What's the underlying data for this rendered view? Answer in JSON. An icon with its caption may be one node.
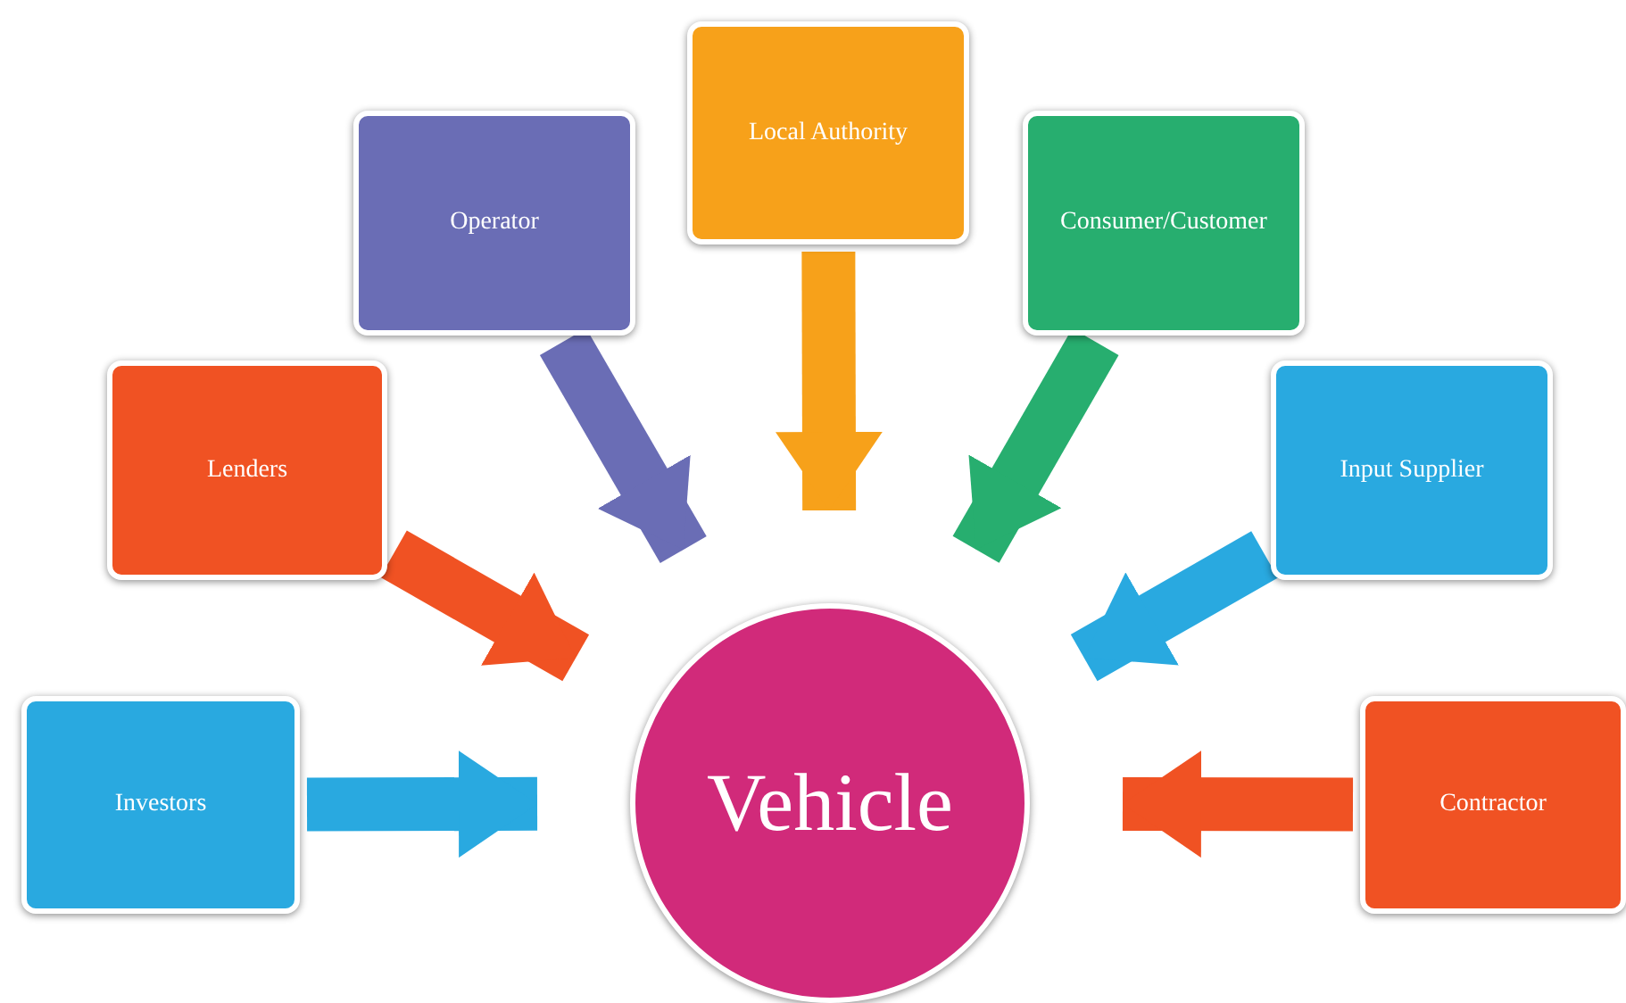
{
  "diagram": {
    "nodes": [
      {
        "text": [
          "Local Authority"
        ]
      },
      {
        "text": [
          "Operator"
        ]
      },
      {
        "text": [
          "Consumer/Customer"
        ]
      },
      {
        "text": [
          "Lenders"
        ]
      },
      {
        "text": [
          "Input Supplier"
        ]
      },
      {
        "text": [
          "Investors"
        ]
      },
      {
        "text": [
          "Vehicle"
        ]
      },
      {
        "text": [
          "Contractor"
        ]
      }
    ],
    "edges": [
      {
        "from": 0,
        "to": 6,
        "arrow": "to",
        "color": "#f7a11a"
      },
      {
        "from": 1,
        "to": 6,
        "arrow": "to",
        "color": "#6a6db5"
      },
      {
        "from": 2,
        "to": 6,
        "arrow": "to",
        "color": "#27ae6f"
      },
      {
        "from": 3,
        "to": 6,
        "arrow": "to",
        "color": "#f05223"
      },
      {
        "from": 4,
        "to": 6,
        "arrow": "to",
        "color": "#29a9e0"
      },
      {
        "from": 5,
        "to": 6,
        "arrow": "to",
        "color": "#29a9e0"
      },
      {
        "from": 7,
        "to": 6,
        "arrow": "to",
        "color": "#f05223"
      }
    ]
  }
}
